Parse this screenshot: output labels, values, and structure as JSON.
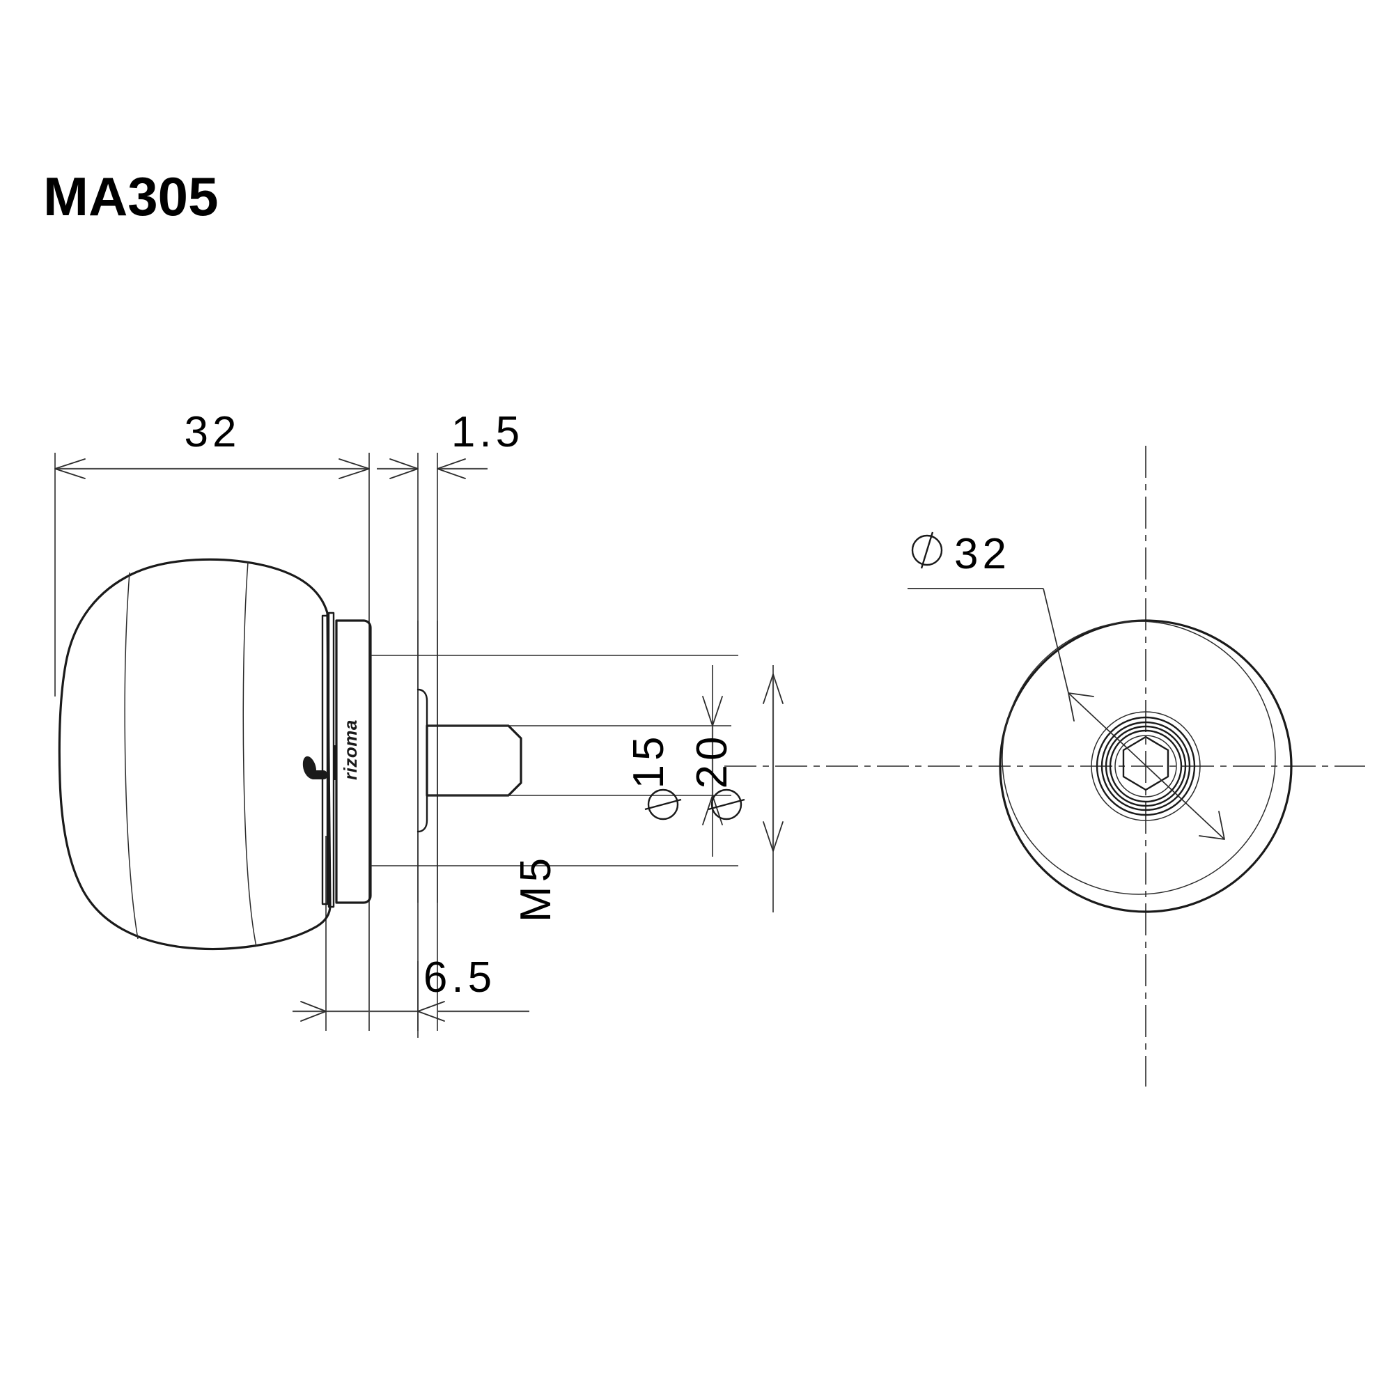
{
  "document": {
    "title": "MA305",
    "type": "technical-drawing",
    "background_color": "#ffffff",
    "line_color": "#1a1a1a",
    "text_color": "#000000"
  },
  "views": {
    "side_view": {
      "name": "side-section-view",
      "brand_logo": "rizoma",
      "brand_mark": "r"
    },
    "front_view": {
      "name": "front-view",
      "socket": "hex-socket"
    }
  },
  "dimensions": {
    "body_length": "32",
    "flange_thickness": "1.5",
    "shoulder_length": "6.5",
    "shaft_diameter": "15",
    "flange_diameter": "20",
    "thread_spec": "M5",
    "cap_diameter": "32",
    "diameter_symbol": "⌀"
  },
  "labels": [
    {
      "id": "dim-32",
      "text": "32",
      "kind": "linear"
    },
    {
      "id": "dim-1-5",
      "text": "1.5",
      "kind": "linear"
    },
    {
      "id": "dim-6-5",
      "text": "6.5",
      "kind": "linear"
    },
    {
      "id": "dim-dia-15",
      "text": "15",
      "kind": "diameter"
    },
    {
      "id": "dim-dia-20",
      "text": "20",
      "kind": "diameter"
    },
    {
      "id": "dim-m5",
      "text": "M5",
      "kind": "thread"
    },
    {
      "id": "dim-dia-32",
      "text": "32",
      "kind": "diameter"
    }
  ]
}
